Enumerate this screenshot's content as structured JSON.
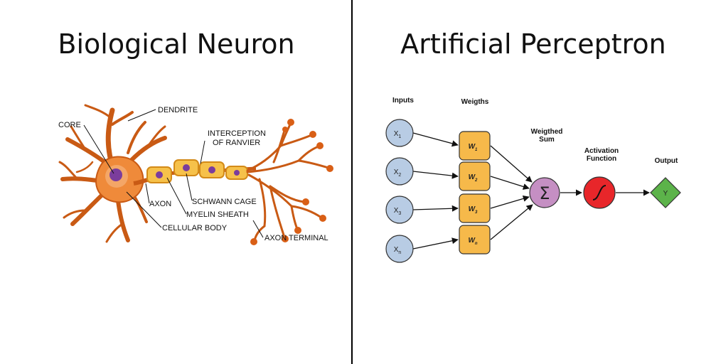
{
  "titles": {
    "left": "Biological Neuron",
    "right": "Artificial Perceptron"
  },
  "neuron": {
    "labels": {
      "core": "CORE",
      "dendrite": "DENDRITE",
      "interception_1": "INTERCEPTION",
      "interception_2": "OF RANVIER",
      "axon": "AXON",
      "schwann": "SCHWANN CAGE",
      "myelin": "MYELIN SHEATH",
      "cellular": "CELLULAR BODY",
      "terminal": "AXON TERMINAL"
    }
  },
  "perceptron": {
    "headers": {
      "inputs": "Inputs",
      "weights": "Weigths",
      "sum_1": "Weigthed",
      "sum_2": "Sum",
      "activation_1": "Activation",
      "activation_2": "Function",
      "output": "Output"
    },
    "inputs": [
      {
        "base": "X",
        "sub": "1"
      },
      {
        "base": "X",
        "sub": "2"
      },
      {
        "base": "X",
        "sub": "3"
      },
      {
        "base": "X",
        "sub": "n"
      }
    ],
    "weights": [
      {
        "base": "W",
        "sub": "1"
      },
      {
        "base": "W",
        "sub": "2"
      },
      {
        "base": "W",
        "sub": "3"
      },
      {
        "base": "W",
        "sub": "n"
      }
    ],
    "sum_symbol": "Σ",
    "output_label": "Y",
    "colors": {
      "input": "#b8cce4",
      "weight": "#f6b94a",
      "sum": "#c58fc3",
      "activation": "#e8262a",
      "output": "#5cb34a"
    }
  }
}
